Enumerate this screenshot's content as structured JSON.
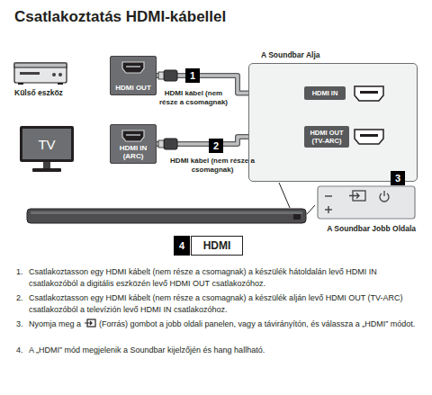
{
  "diagram": {
    "title": "Csatlakoztatás HDMI-kábellel",
    "nodes": [
      {
        "text": [
          "HDMI OUT"
        ]
      },
      {
        "text": [
          "A Soundbar Alja"
        ]
      },
      {
        "text": [
          "HDMI IN"
        ],
        "in": 1
      },
      {
        "text": [
          "HDMI OUT (TV-ARC)"
        ],
        "in": 1
      },
      {
        "text": [
          "TV"
        ]
      },
      {
        "text": [
          "HDMI IN (ARC)"
        ]
      },
      {
        "text": [
          "A Soundbar Jobb Oldala"
        ]
      },
      {
        "text": [
          "HDMI"
        ]
      }
    ],
    "edges": [
      {
        "from": 0,
        "to": 2,
        "arrow": "none"
      },
      {
        "from": 3,
        "to": 5,
        "arrow": "none"
      }
    ],
    "labels": [
      "Külső eszköz",
      "1",
      "HDMI kábel (nem része a csomagnak)",
      "2",
      "HDMI kábel (nem része a csomagnak)",
      "3",
      "4",
      "1.",
      "Csatlakoztasson egy HDMI kábelt (nem része a csomagnak) a készülék hátoldalán levő HDMI IN csatlakozóból a digitális eszközén levő HDMI OUT csatlakozóhoz.",
      "2.",
      "Csatlakoztasson egy HDMI kábelt (nem része a csomagnak) a készülék alján levő HDMI OUT (TV-ARC) csatlakozóból a televízión levő HDMI IN csatlakozóhoz.",
      "3.",
      "Nyomja meg a",
      "(Forrás) gombot a jobb oldali panelen, vagy a távirányítón, és válassza a „HDMI” módot.",
      "4.",
      "A „HDMI” mód megjelenik a Soundbar kijelzőjén és hang hallható."
    ]
  }
}
